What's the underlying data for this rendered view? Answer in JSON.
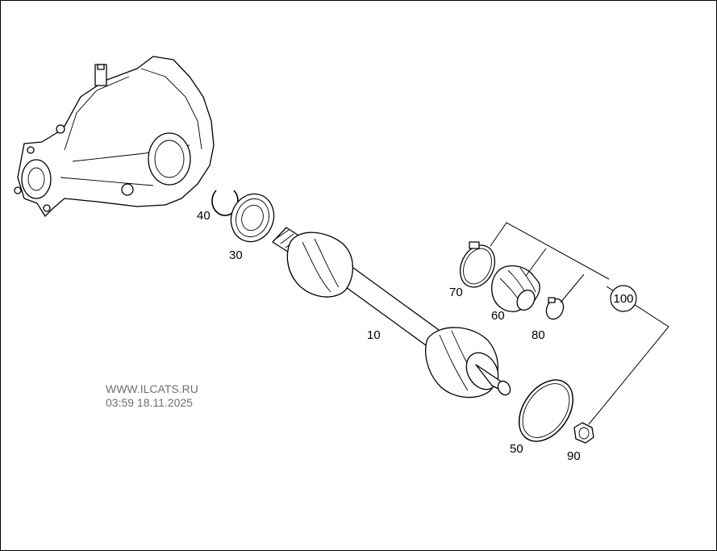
{
  "watermark": {
    "site": "WWW.ILCATS.RU",
    "timestamp": "03:59 18.11.2025"
  },
  "callouts": [
    {
      "id": "c10",
      "label": "10"
    },
    {
      "id": "c30",
      "label": "30"
    },
    {
      "id": "c40",
      "label": "40"
    },
    {
      "id": "c50",
      "label": "50"
    },
    {
      "id": "c60",
      "label": "60"
    },
    {
      "id": "c70",
      "label": "70"
    },
    {
      "id": "c80",
      "label": "80"
    },
    {
      "id": "c90",
      "label": "90"
    },
    {
      "id": "c100",
      "label": "100"
    }
  ]
}
